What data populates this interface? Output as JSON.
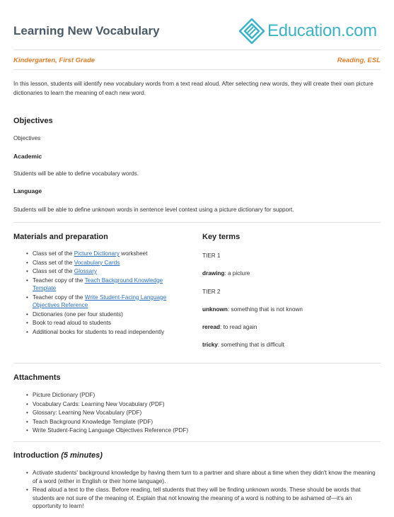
{
  "header": {
    "title": "Learning New Vocabulary",
    "logo_text": "Education.com"
  },
  "meta": {
    "grades": "Kindergarten, First Grade",
    "subjects": "Reading, ESL"
  },
  "intro_text": "In this lesson, students will identify new vocabulary words from a text read aloud. After selecting new words, they will create their own picture dictionaries to learn the meaning of each new word.",
  "objectives": {
    "heading": "Objectives",
    "label": "Objectives",
    "academic_heading": "Academic",
    "academic_text": "Students will be able to define vocabulary words.",
    "language_heading": "Language",
    "language_text": "Students will be able to define unknown words in sentence level context using a picture dictionary for support."
  },
  "materials": {
    "heading": "Materials and preparation",
    "items": [
      {
        "before": "Class set of the ",
        "link": "Picture Dictionary",
        "after": " worksheet"
      },
      {
        "before": "Class set of the ",
        "link": "Vocabulary Cards",
        "after": ""
      },
      {
        "before": "Class set of the ",
        "link": "Glossary",
        "after": ""
      },
      {
        "before": "Teacher copy of the ",
        "link": "Teach Background Knowledge Template",
        "after": ""
      },
      {
        "before": "Teacher copy of the ",
        "link": "Write Student-Facing Language Objectives Reference",
        "after": ""
      },
      {
        "before": "Dictionaries (one per four students)",
        "link": "",
        "after": ""
      },
      {
        "before": "Book to read aloud to students",
        "link": "",
        "after": ""
      },
      {
        "before": "Additional books for students to read independently",
        "link": "",
        "after": ""
      }
    ]
  },
  "key_terms": {
    "heading": "Key terms",
    "tier1": "TIER 1",
    "tier2": "TIER 2",
    "terms": [
      {
        "word": "drawing",
        "definition": ": a picture"
      },
      {
        "word": "unknown",
        "definition": ": something that is not known"
      },
      {
        "word": "reread",
        "definition": ": to read again"
      },
      {
        "word": "tricky",
        "definition": ": something that is difficult"
      }
    ]
  },
  "attachments": {
    "heading": "Attachments",
    "items": [
      "Picture Dictionary (PDF)",
      "Vocabulary Cards: Learning New Vocabulary (PDF)",
      "Glossary: Learning New Vocabulary (PDF)",
      "Teach Background Knowledge Template (PDF)",
      "Write Student-Facing Language Objectives Reference (PDF)"
    ]
  },
  "introduction": {
    "heading": "Introduction",
    "duration": "(5 minutes)",
    "items": [
      "Activate students' background knowledge by having them turn to a partner and share about a time when they didn't know the meaning of a word (either in English or their home language).",
      "Read aloud a text to the class. Before reading, tell students that they will be finding unknown words. These should be words that students are not sure of the meaning of. Explain that not knowing the meaning of a word is nothing to be ashamed of—it's an opportunity to learn!"
    ]
  },
  "colors": {
    "title": "#4a5a66",
    "brand": "#3bb3c3",
    "meta": "#e07e2c",
    "link": "#2a6fc0"
  }
}
